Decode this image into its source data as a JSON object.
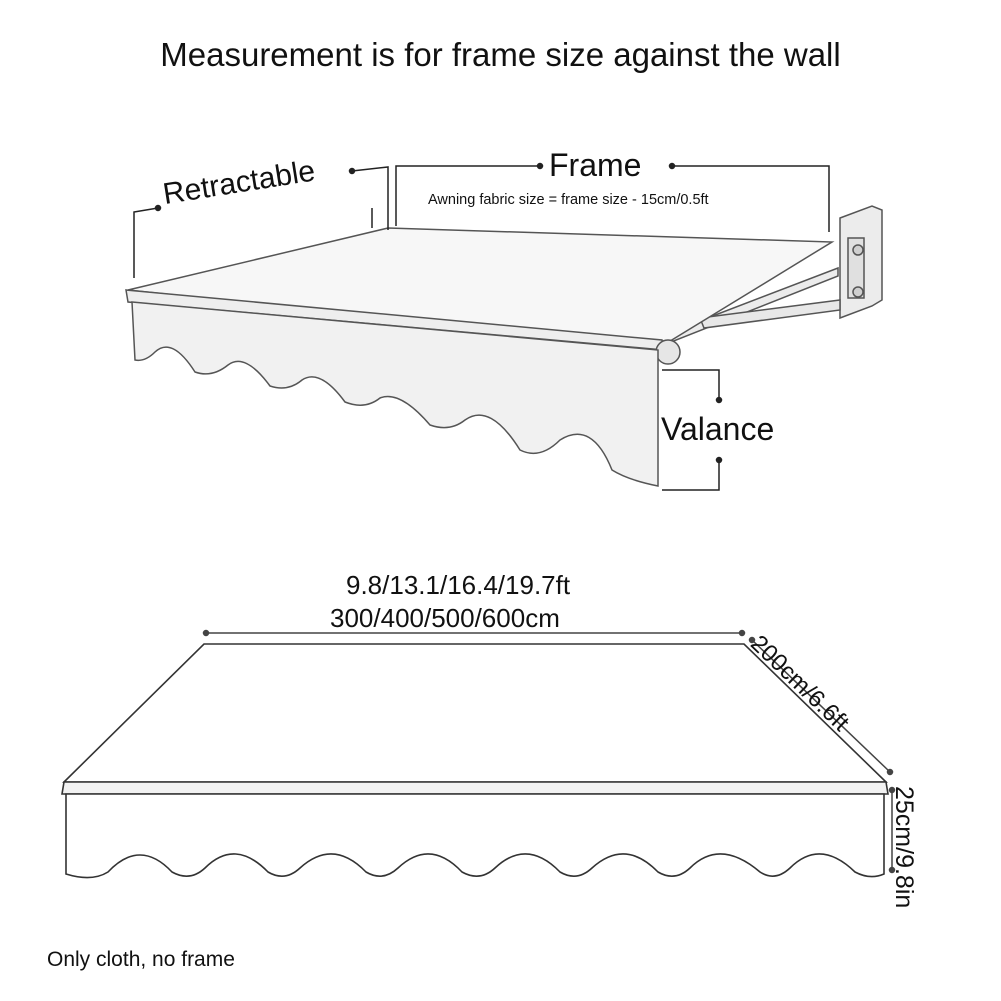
{
  "title": "Measurement is for frame size against the wall",
  "top_diagram": {
    "label_retractable": "Retractable",
    "label_frame": "Frame",
    "note": "Awning fabric size = frame size - 15cm/0.5ft",
    "label_valance": "Valance"
  },
  "bottom_diagram": {
    "width_feet": "9.8/13.1/16.4/19.7ft",
    "width_cm": "300/400/500/600cm",
    "depth": "200cm/6.6ft",
    "valance_height": "25cm/9.8in",
    "note": "Only cloth, no frame"
  },
  "colors": {
    "line": "#222222",
    "fabric": "#f4f4f4",
    "shade": "#e6e6e6"
  }
}
